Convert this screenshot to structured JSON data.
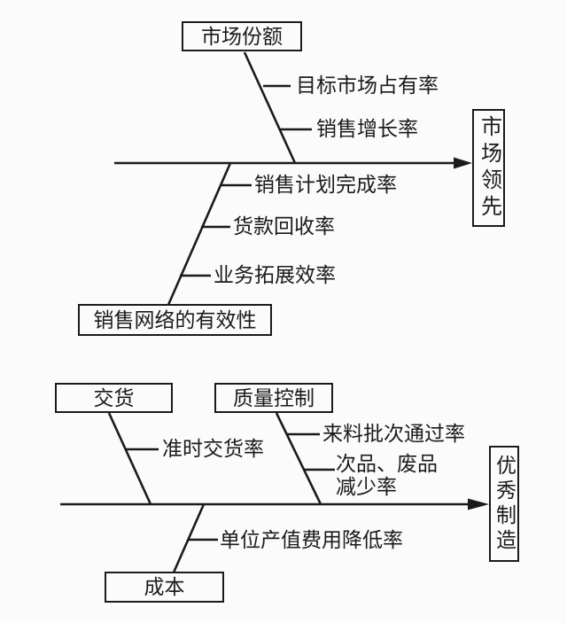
{
  "page": {
    "background": "#fbfbfb",
    "line_color": "#1b1b1b",
    "diagram_type": "fishbone"
  },
  "diagram_top": {
    "effect_box": "市场领先",
    "cause_box_top": "市场份额",
    "cause_box_bottom": "销售网络的有效性",
    "branches_upper": [
      "目标市场占有率",
      "销售增长率"
    ],
    "branches_lower": [
      "销售计划完成率",
      "货款回收率",
      "业务拓展效率"
    ]
  },
  "diagram_bottom": {
    "effect_box": "优秀制造",
    "cause_box_delivery": "交货",
    "cause_box_quality": "质量控制",
    "cause_box_cost": "成本",
    "branch_delivery": "准时交货率",
    "branch_quality_1": "来料批次通过率",
    "branch_quality_2_line1": "次品、废品",
    "branch_quality_2_line2": "减少率",
    "branch_cost": "单位产值费用降低率"
  }
}
